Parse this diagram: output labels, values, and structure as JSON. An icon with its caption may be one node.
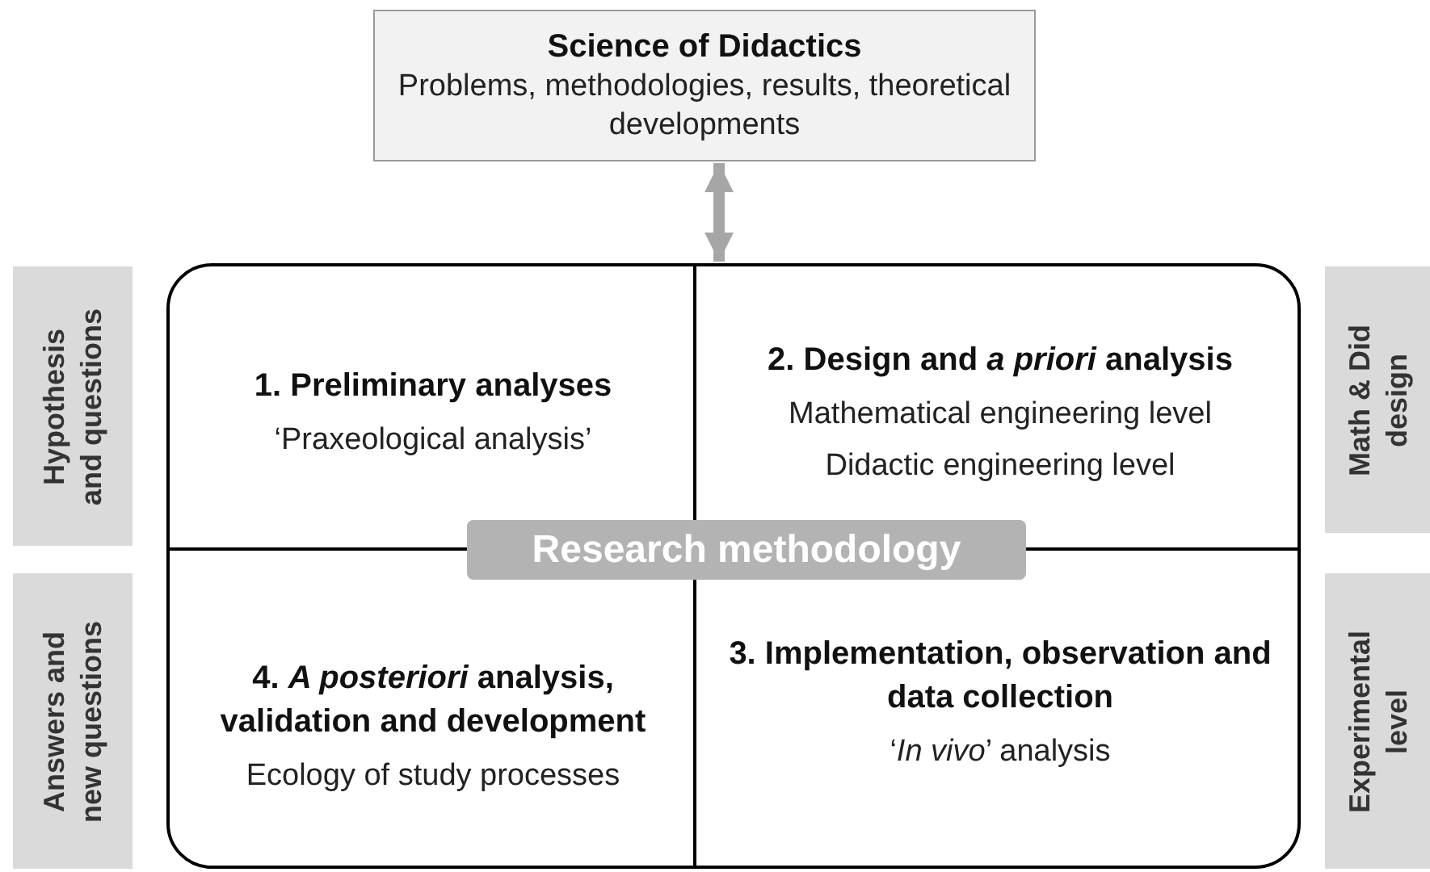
{
  "diagram": {
    "nodes": [
      {
        "text": [
          "Science of Didactics",
          "Problems, methodologies, results, theoretical developments"
        ]
      },
      {
        "text": [
          "Research methodology"
        ]
      },
      {
        "text": [
          "1. Preliminary analyses",
          "‘Praxeological analysis’"
        ],
        "in": 1
      },
      {
        "text": [
          "2. Design and *a priori* analysis",
          "Mathematical engineering level",
          "Didactic engineering level"
        ],
        "in": 1
      },
      {
        "text": [
          "4. *A posteriori* analysis, validation and development",
          "Ecology of study processes"
        ],
        "in": 1
      },
      {
        "text": [
          "3. Implementation, observation and data collection",
          "‘*In vivo*’ analysis"
        ],
        "in": 1
      },
      {
        "text": [
          "Hypothesis and questions"
        ]
      },
      {
        "text": [
          "Answers and new questions"
        ]
      },
      {
        "text": [
          "Math & Did design"
        ]
      },
      {
        "text": [
          "Experimental level"
        ]
      }
    ],
    "edges": [
      {
        "from": 0,
        "to": 1,
        "arrow": "both"
      }
    ]
  }
}
